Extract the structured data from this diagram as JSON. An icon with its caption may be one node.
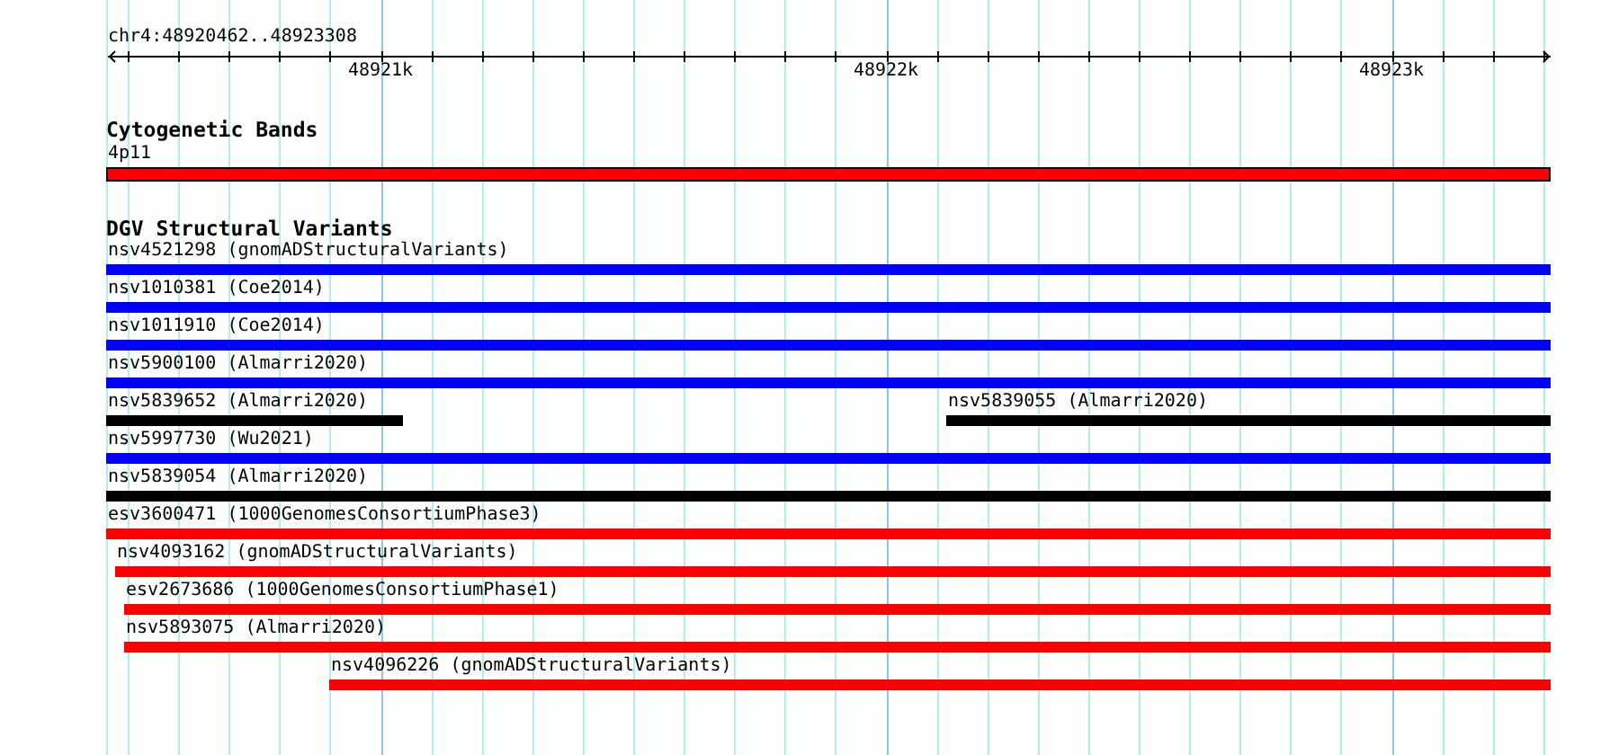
{
  "diagram": {
    "nodes": [
      {
        "text": [
          "4p11"
        ]
      },
      {
        "text": [
          "nsv4521298 (gnomADStructuralVariants)"
        ]
      },
      {
        "text": [
          "nsv1010381 (Coe2014)"
        ]
      },
      {
        "text": [
          "nsv1011910 (Coe2014)"
        ]
      },
      {
        "text": [
          "nsv5900100 (Almarri2020)"
        ]
      },
      {
        "text": [
          "nsv5839652 (Almarri2020)"
        ]
      },
      {
        "text": [
          "nsv5839055 (Almarri2020)"
        ]
      },
      {
        "text": [
          "nsv5997730 (Wu2021)"
        ]
      },
      {
        "text": [
          "nsv5839054 (Almarri2020)"
        ]
      },
      {
        "text": [
          "esv3600471 (1000GenomesConsortiumPhase3)"
        ]
      },
      {
        "text": [
          "nsv4093162 (gnomADStructuralVariants)"
        ]
      },
      {
        "text": [
          "esv2673686 (1000GenomesConsortiumPhase1)"
        ]
      },
      {
        "text": [
          "nsv5893075 (Almarri2020)"
        ]
      },
      {
        "text": [
          "nsv4096226 (gnomADStructuralVariants)"
        ]
      }
    ],
    "labels": [
      "chr4:48920462..48923308",
      "48921k",
      "48922k",
      "48923k",
      "Cytogenetic Bands",
      "DGV Structural Variants"
    ]
  }
}
